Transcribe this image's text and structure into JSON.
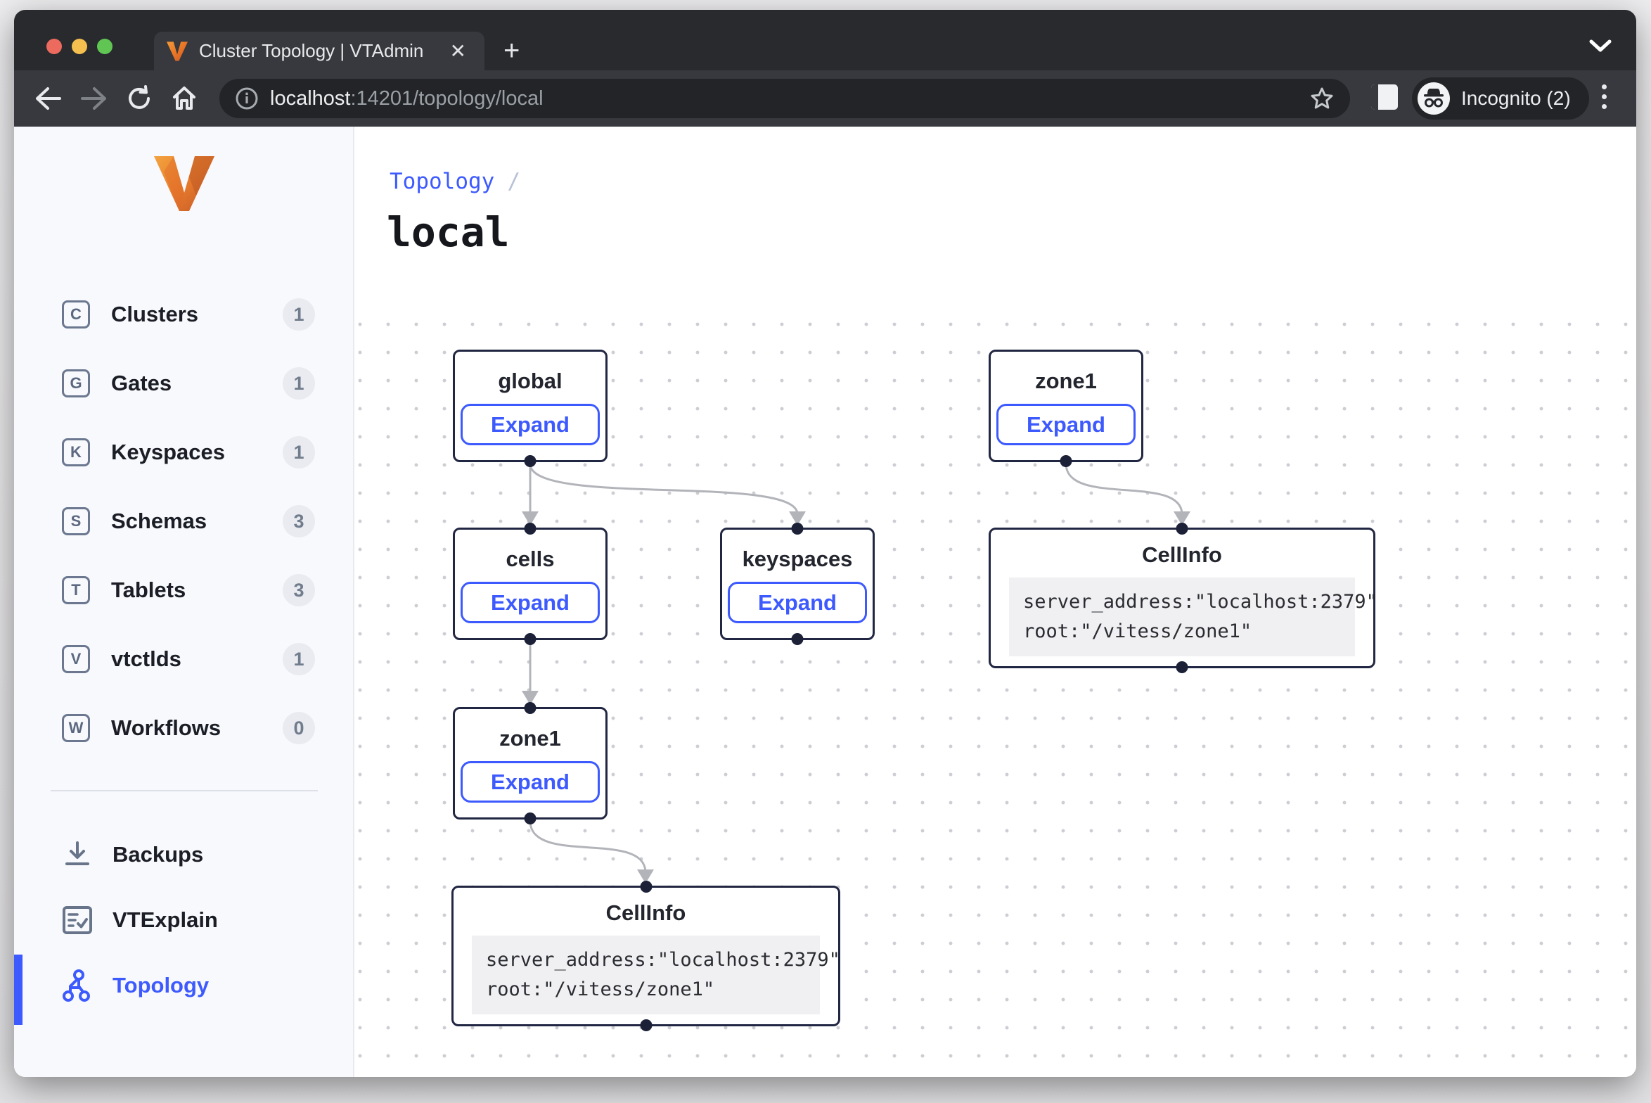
{
  "browser": {
    "tab_title": "Cluster Topology | VTAdmin",
    "close_tab_glyph": "✕",
    "new_tab_glyph": "+",
    "url_host": "localhost",
    "url_rest": ":14201/topology/local",
    "incognito_label": "Incognito (2)"
  },
  "sidebar": {
    "items": [
      {
        "letter": "C",
        "label": "Clusters",
        "count": "1"
      },
      {
        "letter": "G",
        "label": "Gates",
        "count": "1"
      },
      {
        "letter": "K",
        "label": "Keyspaces",
        "count": "1"
      },
      {
        "letter": "S",
        "label": "Schemas",
        "count": "3"
      },
      {
        "letter": "T",
        "label": "Tablets",
        "count": "3"
      },
      {
        "letter": "V",
        "label": "vtctlds",
        "count": "1"
      },
      {
        "letter": "W",
        "label": "Workflows",
        "count": "0"
      }
    ],
    "tools": [
      {
        "label": "Backups",
        "icon": "download-icon"
      },
      {
        "label": "VTExplain",
        "icon": "document-check-icon"
      },
      {
        "label": "Topology",
        "icon": "topology-icon",
        "active": true
      }
    ]
  },
  "main": {
    "breadcrumb_label": "Topology",
    "breadcrumb_separator": "/",
    "title": "local"
  },
  "graph": {
    "nodes": [
      {
        "title": "global",
        "button": "Expand"
      },
      {
        "title": "zone1",
        "button": "Expand"
      },
      {
        "title": "cells",
        "button": "Expand"
      },
      {
        "title": "keyspaces",
        "button": "Expand"
      },
      {
        "title": "zone1",
        "button": "Expand"
      },
      {
        "title": "CellInfo",
        "code_line1": "server_address:\"localhost:2379\"",
        "code_line2": "root:\"/vitess/zone1\""
      },
      {
        "title": "CellInfo",
        "code_line1": "server_address:\"localhost:2379\"",
        "code_line2": "root:\"/vitess/zone1\""
      }
    ]
  },
  "colors": {
    "accent_blue": "#3d5afe",
    "node_border": "#212642",
    "edge_gray": "#b2b4ba",
    "vitess_orange": "#e87c2b",
    "sidebar_bg": "#f8f9fc"
  },
  "icons": [
    "vitess-logo-icon",
    "info-icon",
    "star-icon",
    "side-panel-icon",
    "incognito-icon",
    "kebab-menu-icon",
    "back-icon",
    "forward-icon",
    "reload-icon",
    "home-icon",
    "download-icon",
    "document-check-icon",
    "topology-icon",
    "chevron-down-icon"
  ]
}
